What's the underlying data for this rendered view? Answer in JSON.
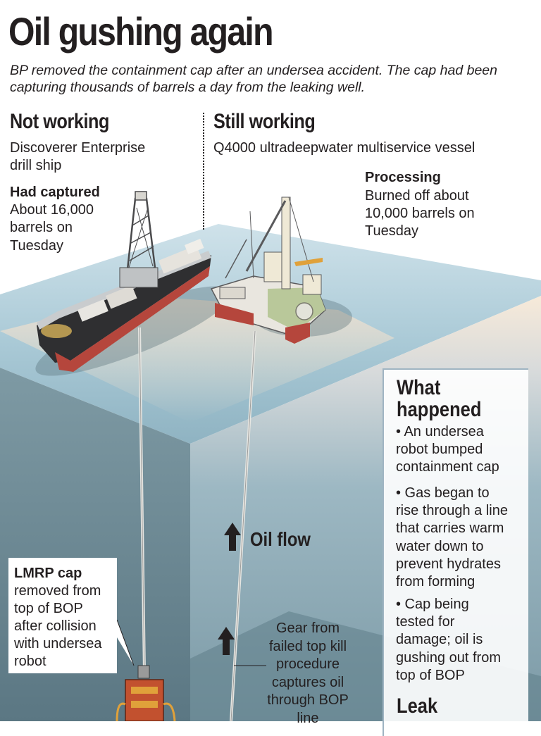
{
  "headline": "Oil gushing again",
  "subhead": "BP removed the containment cap after an undersea accident. The cap had been capturing thousands of barrels a day from the leaking well.",
  "left_column": {
    "heading": "Not working",
    "vessel_line1": "Discoverer Enterprise",
    "vessel_line2": "drill ship",
    "label": "Had captured",
    "detail_line1": "About 16,000",
    "detail_line2": "barrels on",
    "detail_line3": "Tuesday"
  },
  "right_column": {
    "heading": "Still working",
    "vessel": "Q4000 ultradeepwater multiservice vessel",
    "label": "Processing",
    "detail_line1": "Burned off about",
    "detail_line2": "10,000 barrels on",
    "detail_line3": "Tuesday"
  },
  "what_happened": {
    "heading_line1": "What",
    "heading_line2": "happened",
    "bullets": [
      [
        "• An undersea",
        "robot bumped",
        "containment cap"
      ],
      [
        "• Gas began to",
        "rise through a line",
        "that carries warm",
        "water down to",
        "prevent hydrates",
        "from forming"
      ],
      [
        "• Cap being",
        "tested for",
        "damage; oil is",
        "gushing out from",
        "top of BOP"
      ]
    ],
    "next_heading": "Leak"
  },
  "lmrp_callout": {
    "heading": "LMRP cap",
    "lines": [
      "removed from",
      "top of BOP",
      "after collision",
      "with undersea",
      "robot"
    ]
  },
  "oil_flow_label": "Oil flow",
  "gear_label": {
    "lines": [
      "Gear from",
      "failed top kill",
      "procedure",
      "captures oil",
      "through BOP",
      "line"
    ]
  },
  "colors": {
    "sea_surface": "#a9c9d6",
    "sea_deep": "#6f8c97",
    "hull_red": "#b5463c",
    "text": "#231f20"
  }
}
